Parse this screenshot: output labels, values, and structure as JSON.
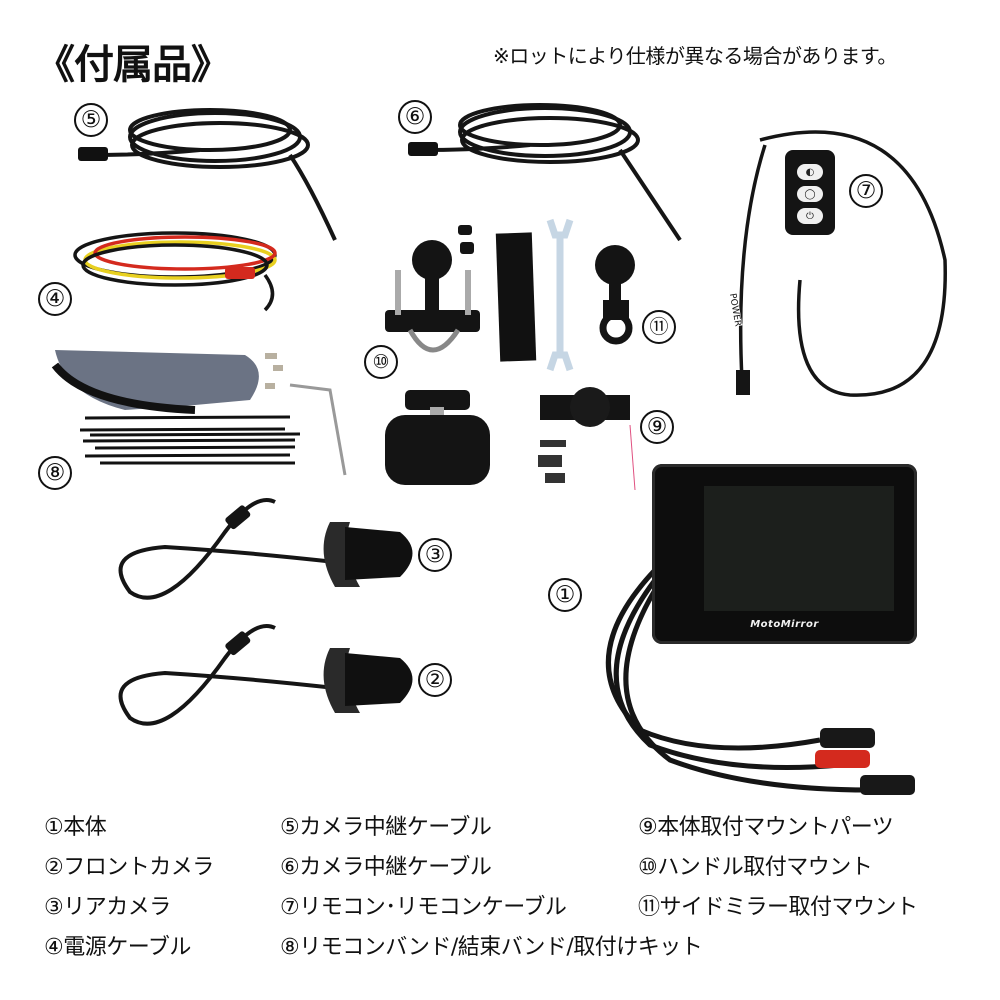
{
  "header": {
    "title": "《付属品》",
    "note": "※ロットにより仕様が異なる場合があります。"
  },
  "markers": {
    "1": "①",
    "2": "②",
    "3": "③",
    "4": "④",
    "5": "⑤",
    "6": "⑥",
    "7": "⑦",
    "8": "⑧",
    "9": "⑨",
    "10": "⑩",
    "11": "⑪"
  },
  "product": {
    "brand": "MotoMirror",
    "remote_label": "POWER",
    "remote_buttons": [
      "◐",
      "◯",
      "⏻"
    ]
  },
  "legend": {
    "col1": [
      "①本体",
      "②フロントカメラ",
      "③リアカメラ",
      "④電源ケーブル"
    ],
    "col2": [
      "⑤カメラ中継ケーブル",
      "⑥カメラ中継ケーブル",
      "⑦リモコン･リモコンケーブル",
      "⑧リモコンバンド/結束バンド/取付けキット"
    ],
    "col3": [
      "⑨本体取付マウントパーツ",
      "⑩ハンドル取付マウント",
      "⑪サイドミラー取付マウント"
    ]
  },
  "colors": {
    "text": "#111111",
    "background": "#ffffff",
    "cable_red": "#d42a1e",
    "cable_yellow": "#e8d020"
  }
}
